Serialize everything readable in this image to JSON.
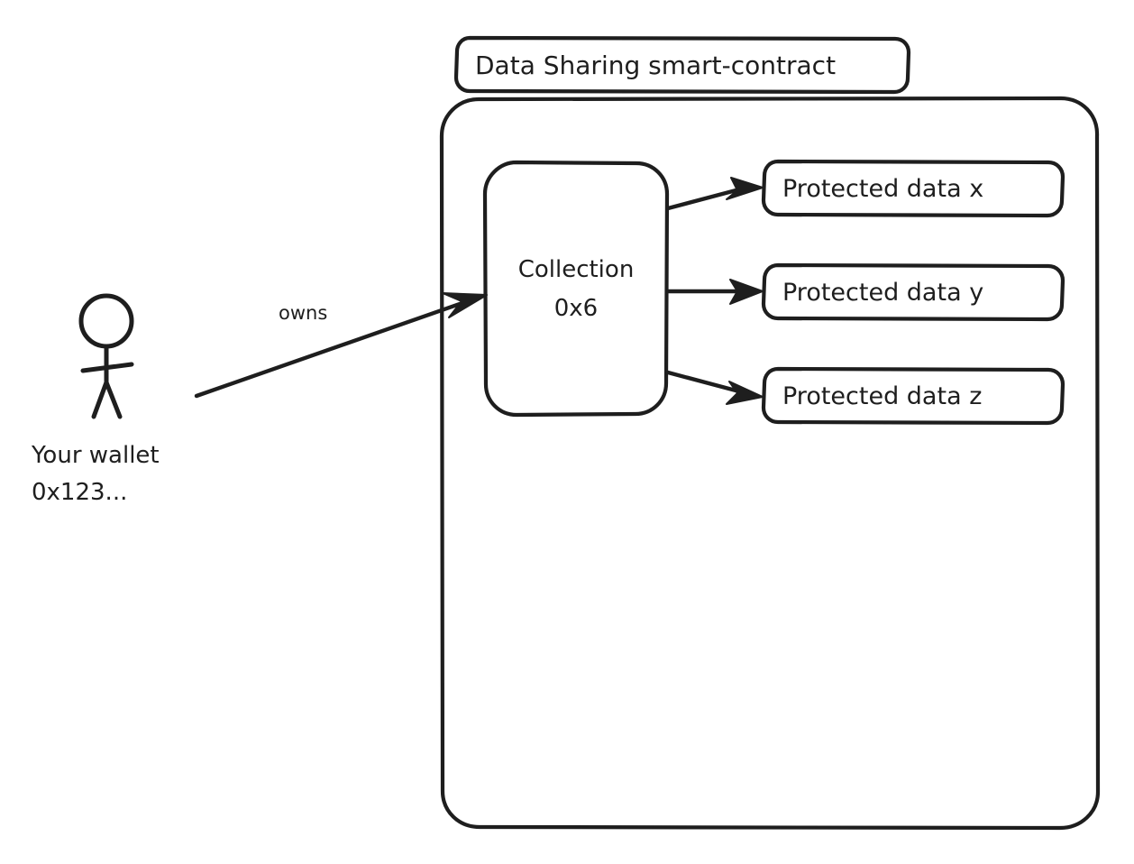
{
  "diagram": {
    "title": "Data Sharing smart-contract",
    "background_color": "#ffffff",
    "stroke_color": "#1e1e1e",
    "fill_color": "#ffffff",
    "style": "hand-drawn"
  },
  "container": {
    "title_label": "Data Sharing smart-contract"
  },
  "actor": {
    "name_line1": "Your wallet",
    "name_line2": "0x123...",
    "icon": "stick-figure-person"
  },
  "edges": {
    "owns_label": "owns",
    "owns_from": "Your wallet 0x123...",
    "owns_to": "Collection 0x6",
    "collection_to_data": [
      {
        "label": "",
        "to": "Protected data x"
      },
      {
        "label": "",
        "to": "Protected data y"
      },
      {
        "label": "",
        "to": "Protected data z"
      }
    ]
  },
  "collection": {
    "line1": "Collection",
    "line2": "0x6"
  },
  "protected_data": [
    {
      "label": "Protected data x"
    },
    {
      "label": "Protected data y"
    },
    {
      "label": "Protected data z"
    }
  ]
}
